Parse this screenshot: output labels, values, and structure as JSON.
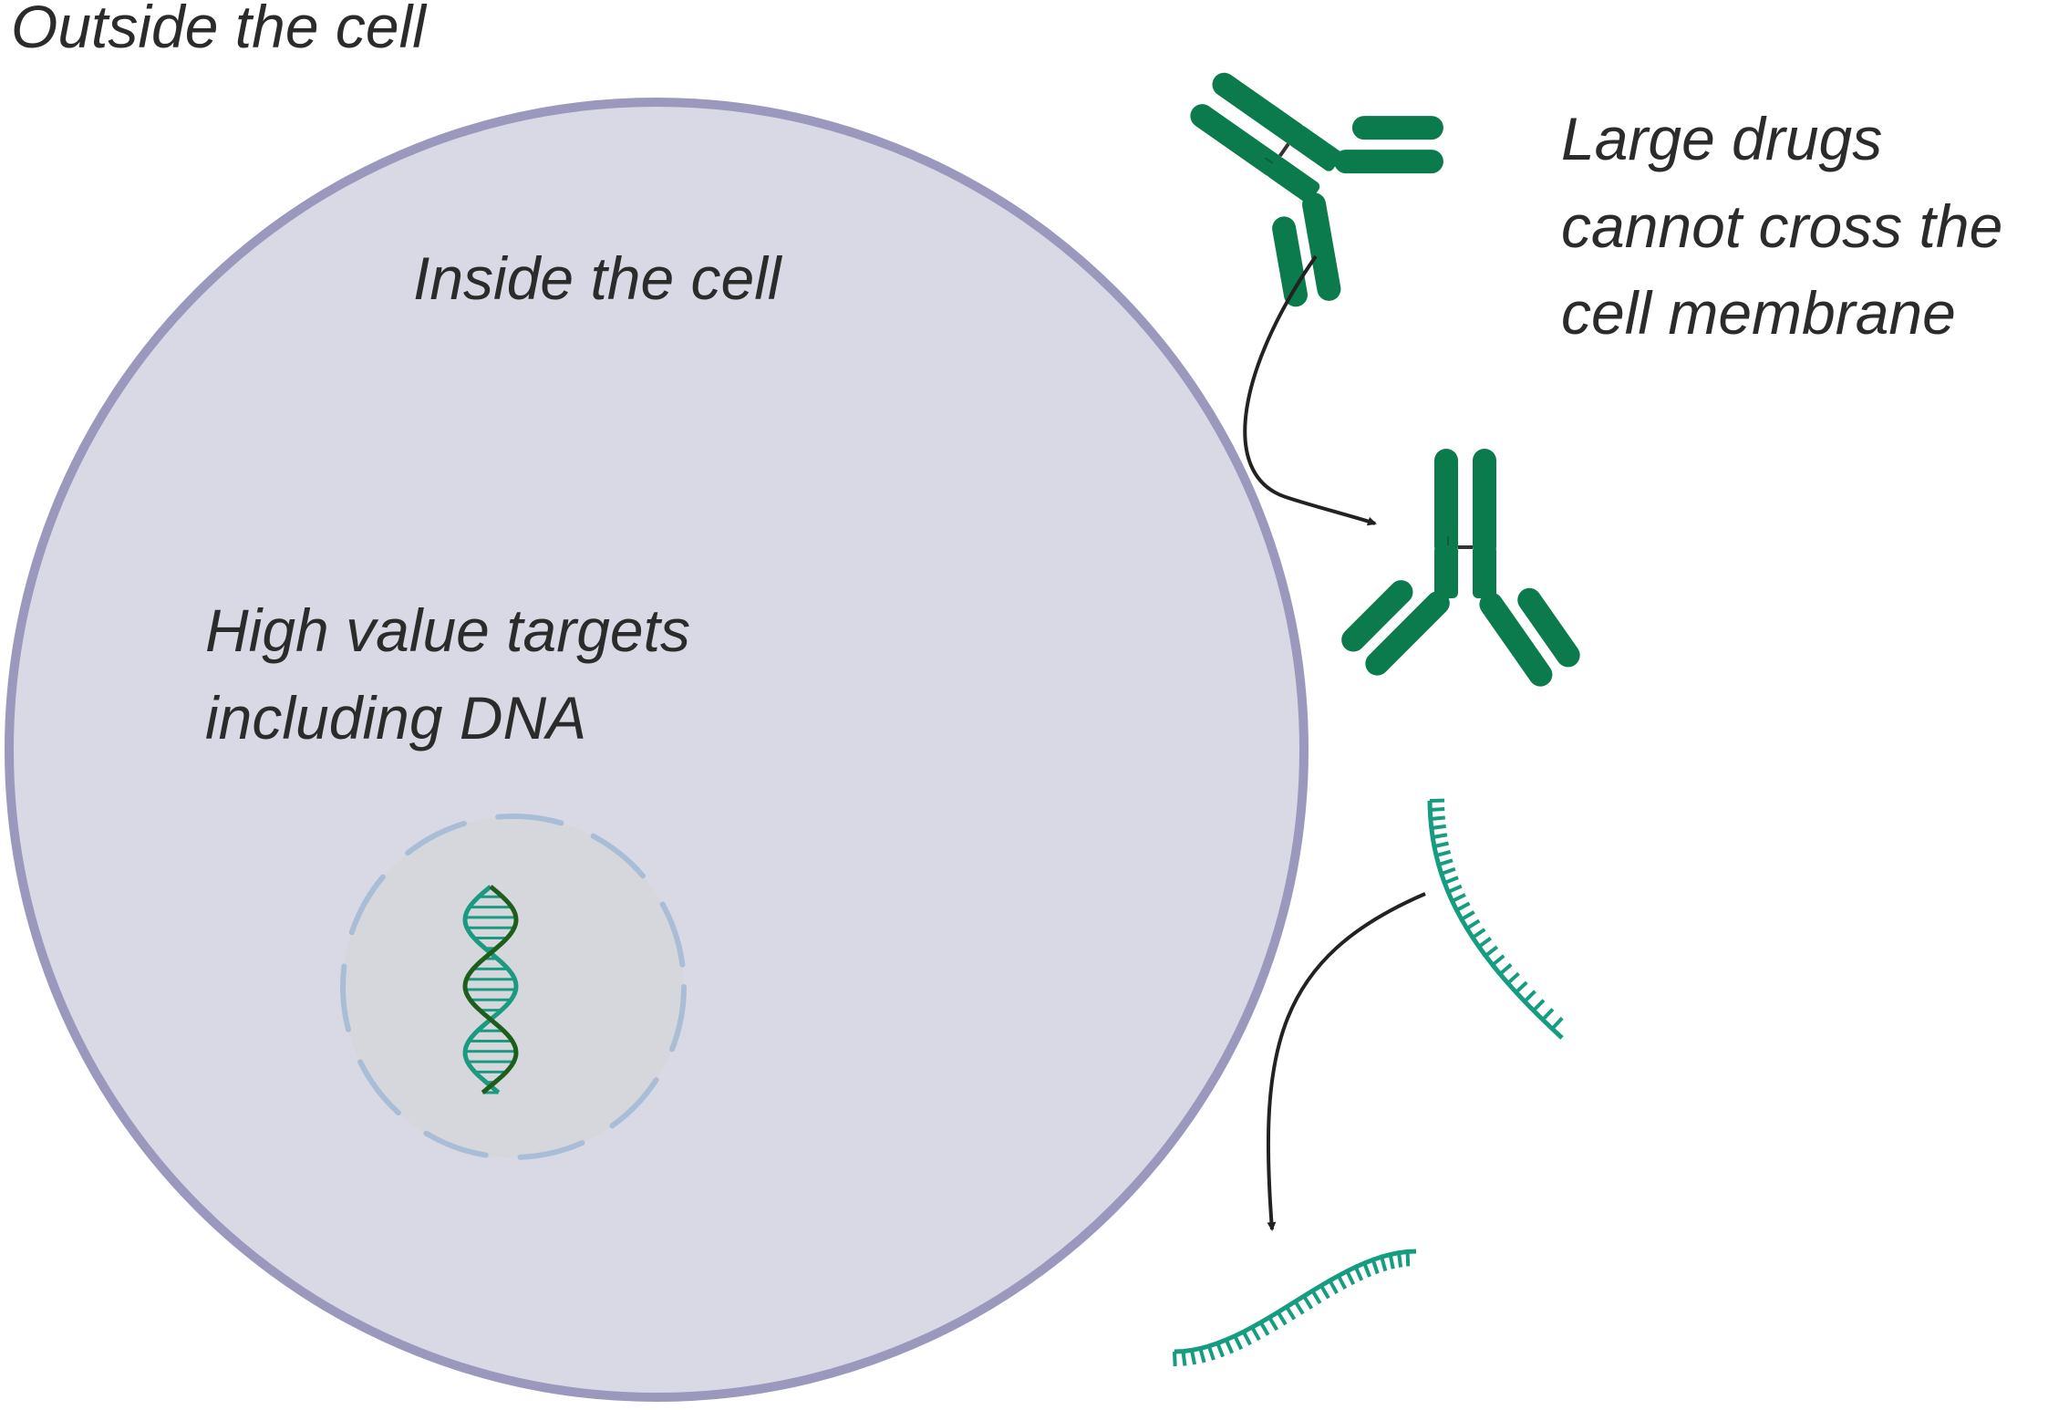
{
  "labels": {
    "outside": "Outside the cell",
    "inside": "Inside the cell",
    "targets": [
      "High value targets",
      "including DNA"
    ],
    "drugs": [
      "Large drugs",
      "cannot cross the",
      "cell membrane"
    ]
  },
  "colors": {
    "cell_fill": "#d9d9e6",
    "cell_membrane": "#9a98bd",
    "nucleus_fill": "#d6d7dc",
    "nucleus_border": "#a9bdd6",
    "antibody": "#0b7a4c",
    "rna": "#169c80",
    "dna_dark": "#1d5e1d",
    "dna_light": "#1a9a80",
    "arrow": "#222222"
  },
  "icons": [
    "antibody-icon",
    "rna-strand-icon",
    "dna-helix-icon",
    "arrow"
  ]
}
